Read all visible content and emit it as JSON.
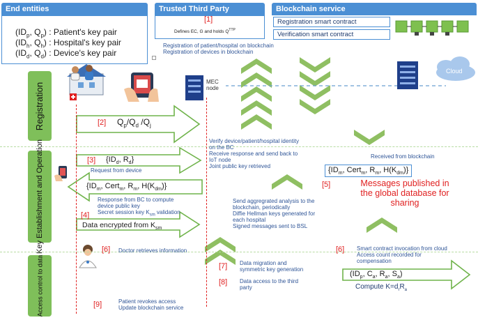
{
  "end_entities": {
    "title": "End entities",
    "pairs": [
      {
        "key": "(ID",
        "sub": "p",
        "mid": ", Q",
        "sub2": "p",
        "rest": ") : Patient's key pair"
      },
      {
        "key": "(ID",
        "sub": "h",
        "mid": ", Q",
        "sub2": "h",
        "rest": ") : Hospital's key pair"
      },
      {
        "key": "(ID",
        "sub": "d",
        "mid": ", Q",
        "sub2": "d",
        "rest": ") : Device's key pair"
      }
    ]
  },
  "ttp": {
    "title": "Trusted Third Party",
    "step": "[1]",
    "desc": "Defines EC, G and holds Q",
    "desc_sup": "TTP"
  },
  "blockchain": {
    "title": "Blockchain service",
    "registration_sc": "Registration smart contract",
    "verification_sc": "Verification smart contract"
  },
  "registration_notes": [
    "Registration of patient/hospital on blockchain",
    "Registration of devices in blockchain"
  ],
  "mec_label": "MEC node",
  "cloud_label": "Cloud",
  "phases": {
    "registration": "Registration",
    "key_establishment": "Key Establishment and Operation",
    "access_control": "Access control to data"
  },
  "step2": {
    "num": "[2]",
    "label_a": "Q",
    "sub_a": "p",
    "label_b": "/Q",
    "sub_b": "d",
    "label_c": " /Q",
    "sub_c": "j"
  },
  "step3": {
    "num": "[3]",
    "label": "{ID",
    "sub1": "d",
    "mid": ", R",
    "sub2": "d",
    "end": "}",
    "caption": "Request from device"
  },
  "response_box": {
    "text": "{ID",
    "s1": "m",
    "t2": ", Cert",
    "s2": "m",
    "t3": ", R",
    "s3": "m",
    "t4": ", H(K",
    "s4": "dm",
    "t5": ")}"
  },
  "response_notes": [
    "Response from BC to compute",
    "device public key",
    "Secret session key K"
  ],
  "response_sub": "sm",
  "response_tail": " validation",
  "step4": {
    "num": "[4]",
    "label": "Data encrypted from K",
    "sub": "sm"
  },
  "step6a": {
    "num": "[6]",
    "label": "Doctor retrieves information"
  },
  "verify_notes": [
    "Verify device/patient/hospital identity",
    "on the BC",
    "Receive response and send back to",
    "IoT node",
    "Joint public key retrieved"
  ],
  "received_label": "Received from blockchain",
  "right_box": {
    "text": "{ID",
    "s1": "m",
    "t2": ", Cert",
    "s2": "m",
    "t3": ", R",
    "s3": "m",
    "t4": ", H(K",
    "s4": "dm",
    "t5": ")}"
  },
  "step5": {
    "num": "[5]",
    "lines": [
      "Messages published in",
      "the global database for",
      "sharing"
    ]
  },
  "aggregate_notes": [
    "Send aggregrated analysis to the",
    "blockchain, periodically",
    "Diffie Hellman keys generated for",
    "each hospital",
    "Signed messages sent to BSL"
  ],
  "step6b": {
    "num": "[6]",
    "lines": [
      "Smart contract invocation from cloud",
      "Access count recorded for",
      "compensation"
    ]
  },
  "step7": {
    "num": "[7]",
    "lines": [
      "Data migration and",
      "symmetric key generation"
    ]
  },
  "step8": {
    "num": "[8]",
    "lines": [
      "Data access to the third",
      "party"
    ]
  },
  "access_arrow": {
    "text": "(ID",
    "s1": "p",
    "t2": ", C",
    "s2": "a",
    "t3": ", R",
    "s3": "a",
    "t4": ", S",
    "s4": "a",
    "t5": ")"
  },
  "compute": {
    "text": "Compute K=d",
    "s1": "r",
    "t2": "R",
    "s2": "a"
  },
  "step9": {
    "num": "[9]",
    "lines": [
      "Patient revokes access",
      "Update blockchain service"
    ]
  },
  "colors": {
    "accent": "#4b8fd4",
    "phase_green": "#7fbf5a",
    "chevron_green": "#8fbf62",
    "red": "#e02020",
    "text_blue": "#2f5597"
  }
}
